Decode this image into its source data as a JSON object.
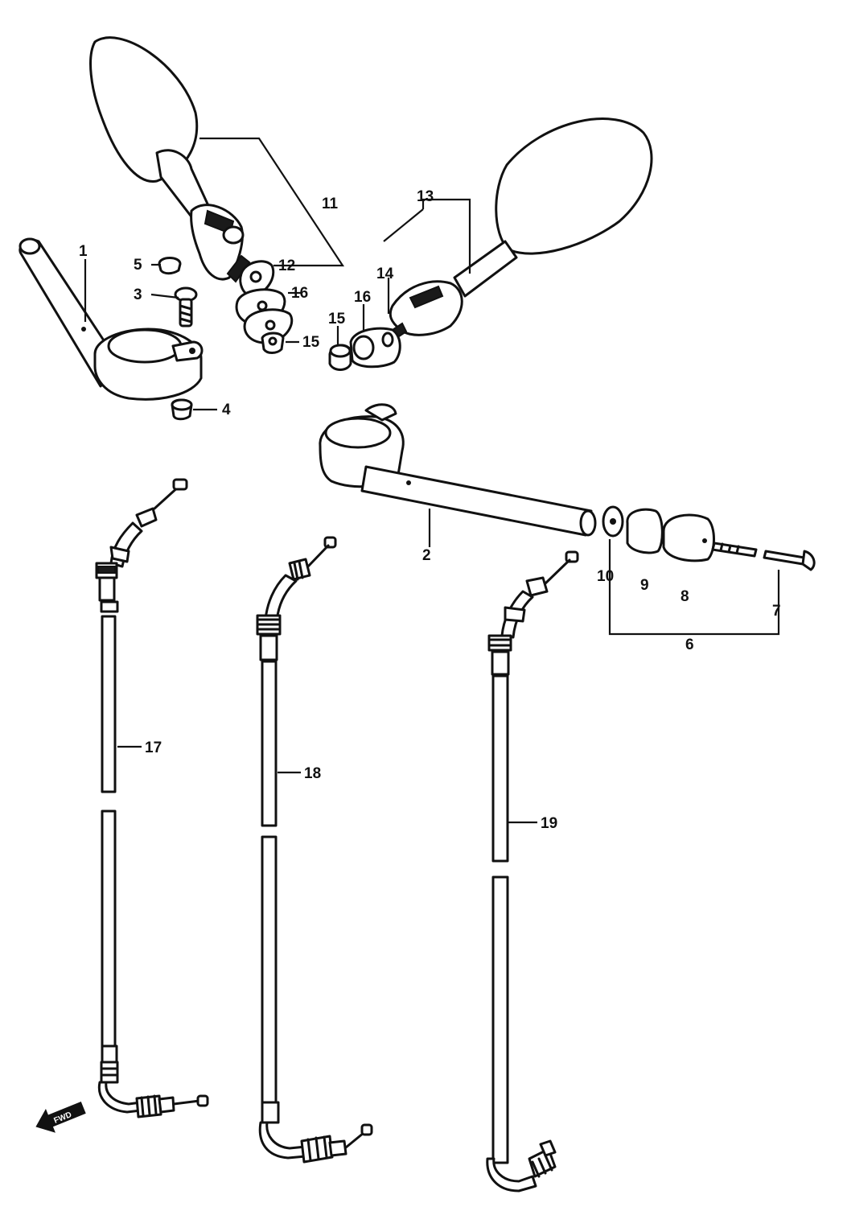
{
  "callouts": {
    "c1": "1",
    "c2": "2",
    "c3": "3",
    "c4": "4",
    "c5": "5",
    "c6": "6",
    "c7": "7",
    "c8": "8",
    "c9": "9",
    "c10": "10",
    "c11": "11",
    "c12": "12",
    "c13": "13",
    "c14": "14",
    "c15a": "15",
    "c15b": "15",
    "c16a": "16",
    "c16b": "16",
    "c17": "17",
    "c18": "18",
    "c19": "19"
  },
  "front_arrow": {
    "label": "FWD"
  },
  "colors": {
    "ink": "#111111",
    "paper": "#ffffff"
  }
}
